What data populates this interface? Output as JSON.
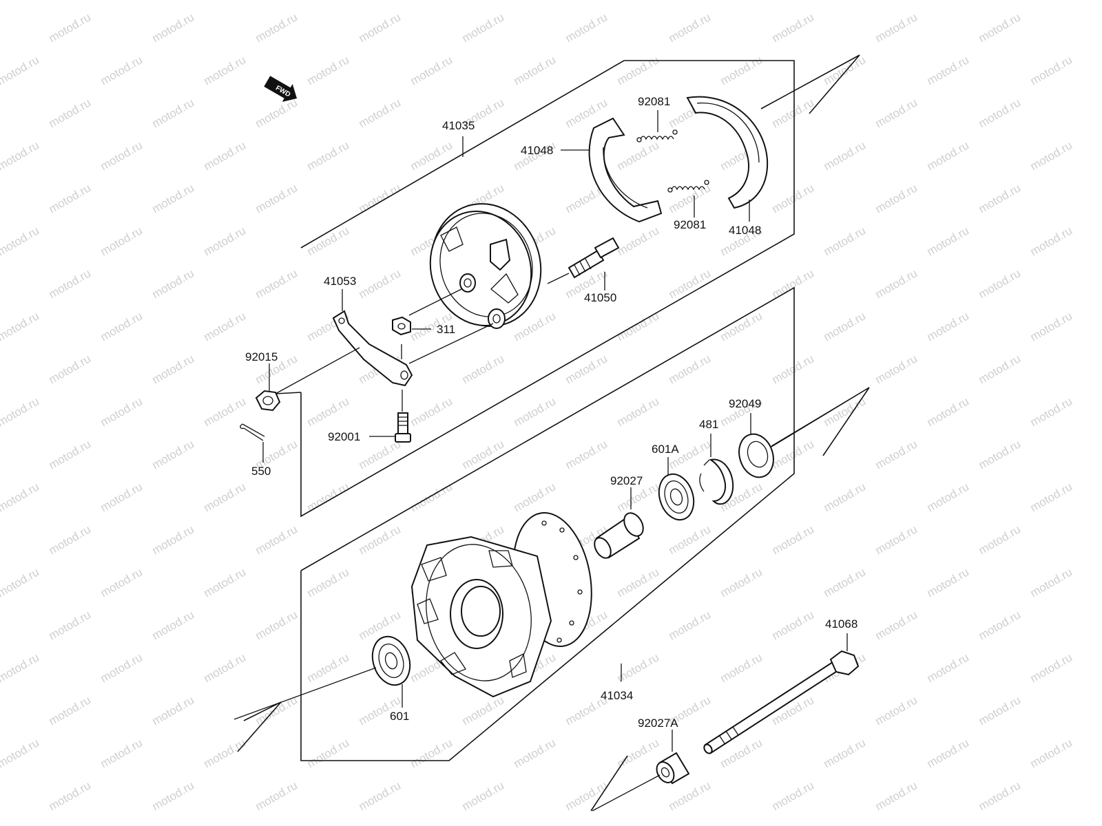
{
  "watermark": "motod.ru",
  "direction_arrow": {
    "label": "FWD"
  },
  "parts": {
    "p41035": "41035",
    "p41048_left": "41048",
    "p41048_right": "41048",
    "p92081_top": "92081",
    "p92081_bottom": "92081",
    "p41050": "41050",
    "p41053": "41053",
    "p311": "311",
    "p92015": "92015",
    "p92001": "92001",
    "p550": "550",
    "p92049": "92049",
    "p481": "481",
    "p601A": "601A",
    "p92027": "92027",
    "p41068": "41068",
    "p41034": "41034",
    "p601": "601",
    "p92027A": "92027A"
  }
}
